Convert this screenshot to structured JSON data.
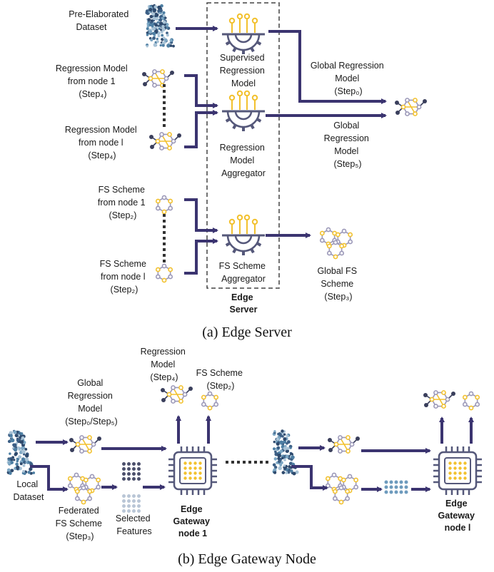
{
  "server": {
    "pre_dataset": [
      "Pre-Elaborated",
      "Dataset"
    ],
    "reg_node1": [
      "Regression Model",
      "from node 1",
      "(Step₄)"
    ],
    "reg_nodel": [
      "Regression Model",
      "from node l",
      "(Step₄)"
    ],
    "fs_node1": [
      "FS Scheme",
      "from node 1",
      "(Step₂)"
    ],
    "fs_nodel": [
      "FS Scheme",
      "from node l",
      "(Step₂)"
    ],
    "supervised": [
      "Supervised",
      "Regression",
      "Model"
    ],
    "aggregator": [
      "Regression",
      "Model",
      "Aggregator"
    ],
    "fs_aggregator": [
      "FS Scheme",
      "Aggregator"
    ],
    "edge_server": [
      "Edge",
      "Server"
    ],
    "global_reg0": [
      "Global Regression",
      "Model",
      "(Step₀)"
    ],
    "global_reg5": [
      "Global",
      "Regression",
      "Model",
      "(Step₅)"
    ],
    "global_fs": [
      "Global FS",
      "Scheme",
      "(Step₃)"
    ]
  },
  "caption_a": "(a) Edge Server",
  "gateway": {
    "reg_model": [
      "Regression",
      "Model",
      "(Step₄)"
    ],
    "fs_scheme": [
      "FS  Scheme",
      "(Step₂)"
    ],
    "global_reg": [
      "Global",
      "Regression",
      "Model",
      "(Step₀/Step₅)"
    ],
    "local_dataset": [
      "Local",
      "Dataset"
    ],
    "federated_fs": [
      "Federated",
      "FS Scheme",
      "(Step₃)"
    ],
    "selected": [
      "Selected",
      "Features"
    ],
    "node1": [
      "Edge",
      "Gateway",
      "node 1"
    ],
    "nodel": [
      "Edge",
      "Gateway",
      "node l"
    ]
  },
  "caption_b": "(b) Edge Gateway Node",
  "colors": {
    "arrow": "#3b3470",
    "yellow": "#f2c12e",
    "node": "#9b98b8",
    "dark": "#3a3f5c"
  }
}
